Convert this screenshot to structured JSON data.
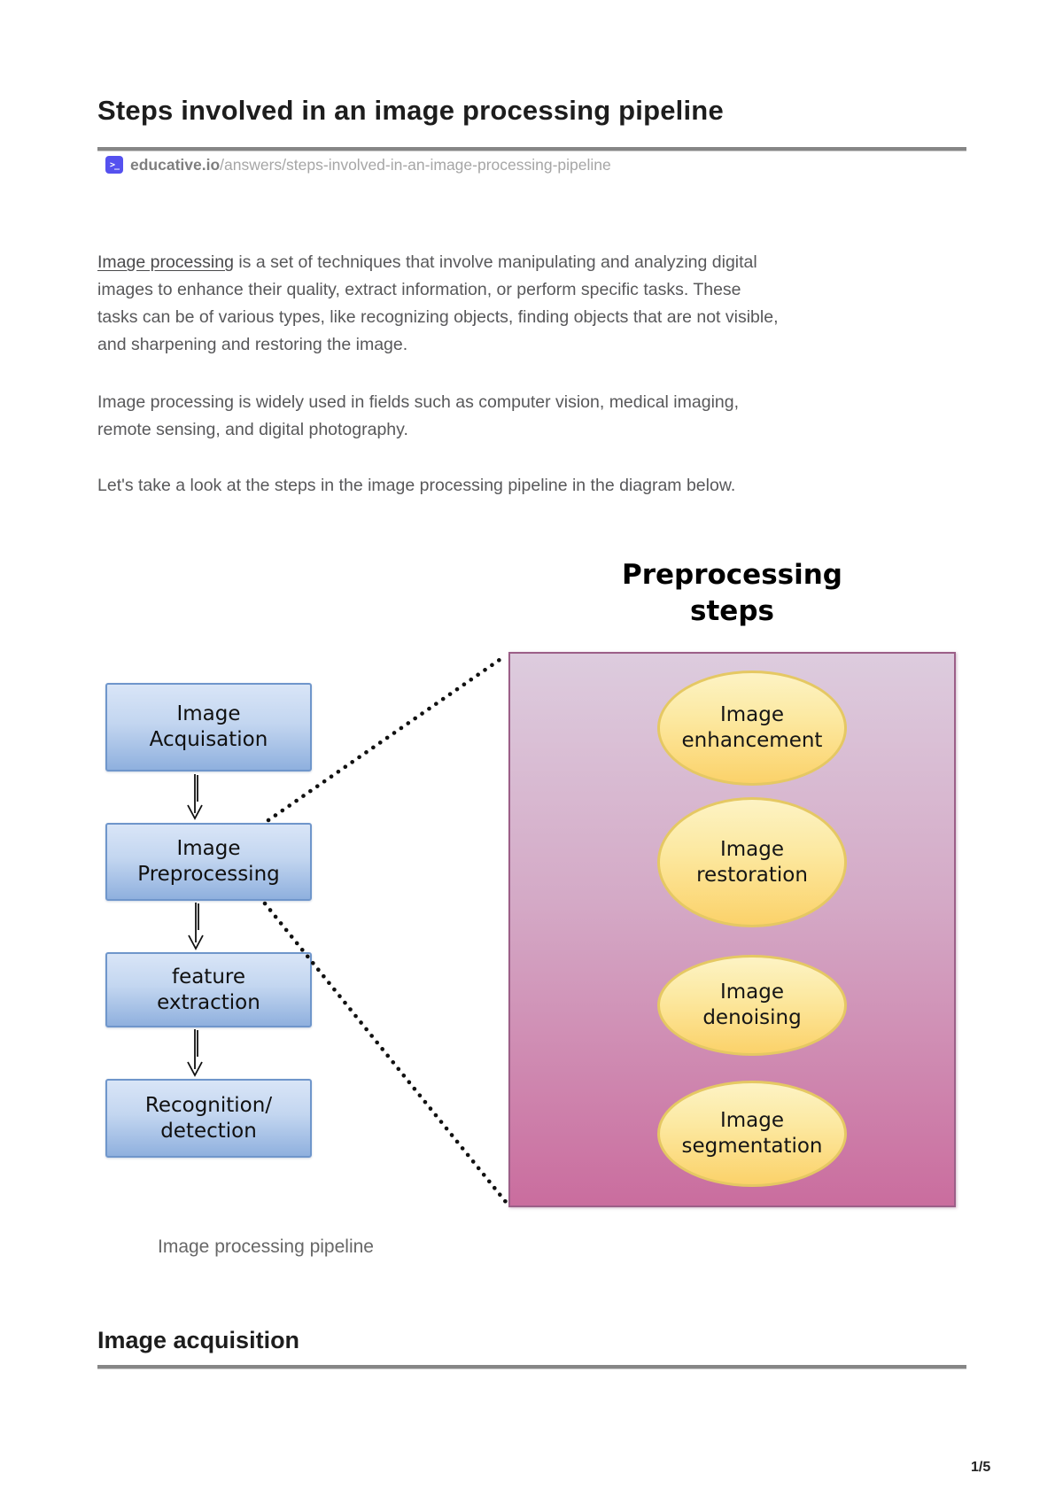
{
  "header": {
    "title": "Steps involved in an image processing pipeline",
    "source_domain": "educative.io",
    "source_path": "/answers/steps-involved-in-an-image-processing-pipeline",
    "source_icon_glyph": ">_"
  },
  "intro": {
    "p1": {
      "link_text": "Image processing",
      "line1_rest": " is a set of techniques that involve manipulating and analyzing digital",
      "line2": "images to enhance their quality, extract information, or perform specific tasks. These",
      "line3": "tasks can be of various types, like recognizing objects, finding objects that are not visible,",
      "line4": "and sharpening and restoring the image."
    },
    "p2": {
      "line1": "Image processing is widely used in fields such as computer vision, medical imaging,",
      "line2": "remote sensing, and digital photography."
    },
    "p3": "Let's take a look at the steps in the image processing pipeline in the diagram below."
  },
  "diagram": {
    "panel_title_line1": "Preprocessing",
    "panel_title_line2": "steps",
    "flow_boxes": [
      {
        "line1": "Image",
        "line2": "Acquisation"
      },
      {
        "line1": "Image",
        "line2": "Preprocessing"
      },
      {
        "line1": "feature",
        "line2": "extraction"
      },
      {
        "line1": "Recognition/",
        "line2": "detection"
      }
    ],
    "steps": [
      {
        "line1": "Image",
        "line2": "enhancement"
      },
      {
        "line1": "Image",
        "line2": "restoration"
      },
      {
        "line1": "Image",
        "line2": "denoising"
      },
      {
        "line1": "Image",
        "line2": "segmentation"
      }
    ],
    "caption": "Image processing pipeline",
    "colors": {
      "flow_box_fill_top": "#d9e5f7",
      "flow_box_fill_bottom": "#8fb0de",
      "flow_box_border": "#6f96cb",
      "panel_fill_top": "#ddccde",
      "panel_fill_bottom": "#ca6d9e",
      "panel_border": "#9c5f88",
      "ellipse_fill_top": "#fdf3c4",
      "ellipse_fill_bottom": "#fbd26a",
      "ellipse_border": "#e5c863",
      "favicon_background": "#5551ef"
    }
  },
  "section": {
    "heading": "Image acquisition"
  },
  "footer": {
    "page_number": "1/5"
  }
}
